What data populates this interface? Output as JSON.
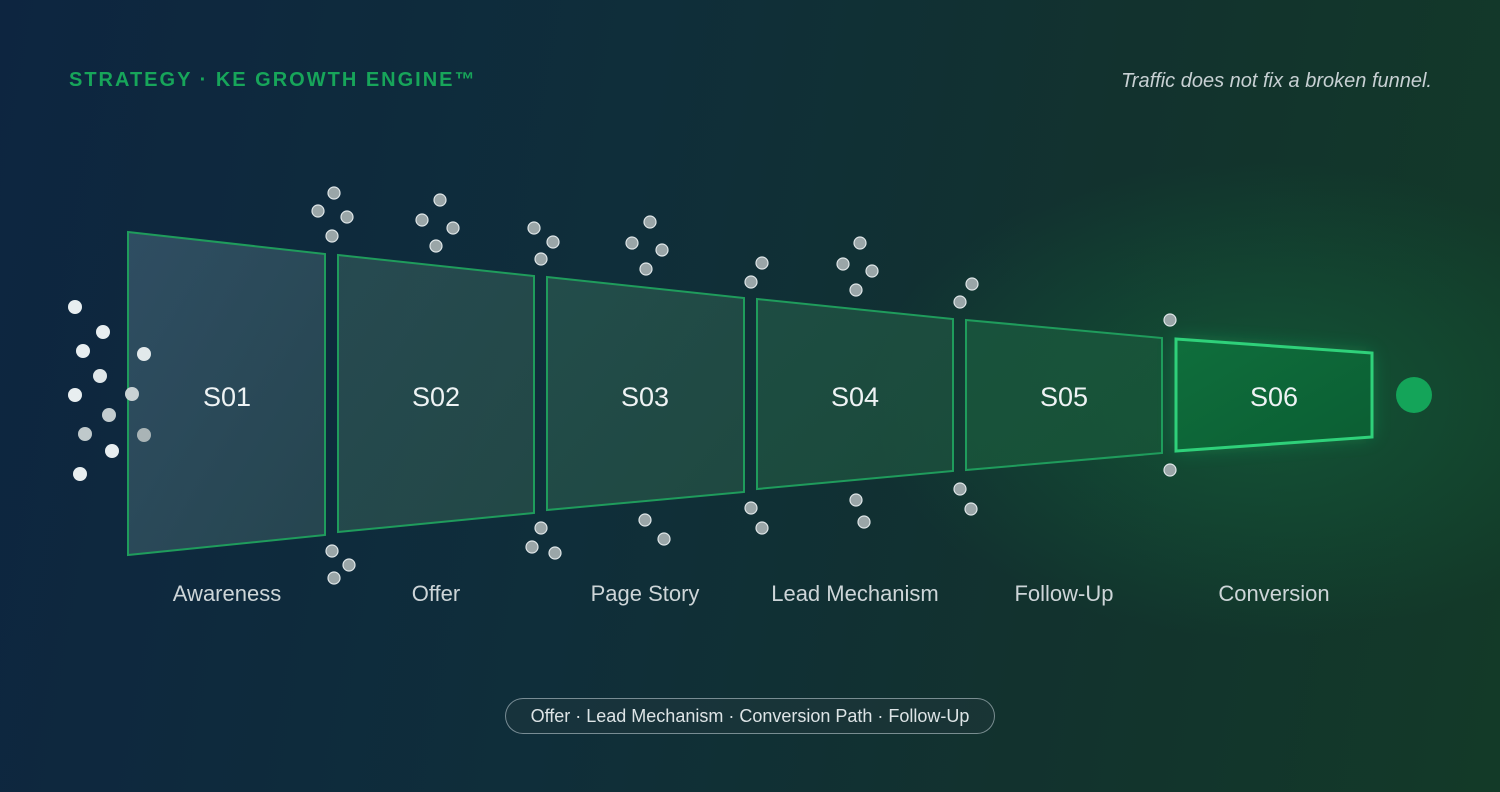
{
  "header": {
    "brand": "STRATEGY · KE GROWTH ENGINE™",
    "tagline": "Traffic does not fix a broken funnel."
  },
  "funnel": {
    "stages": [
      {
        "code": "S01",
        "label": "Awareness"
      },
      {
        "code": "S02",
        "label": "Offer"
      },
      {
        "code": "S03",
        "label": "Page Story"
      },
      {
        "code": "S04",
        "label": "Lead Mechanism"
      },
      {
        "code": "S05",
        "label": "Follow-Up"
      },
      {
        "code": "S06",
        "label": "Conversion",
        "highlighted": true
      }
    ],
    "footer_pill": "Offer · Lead Mechanism · Conversion Path · Follow-Up"
  },
  "colors": {
    "accent": "#17a55a",
    "stroke": "#1f9c5c",
    "highlight_stroke": "#2fd17a",
    "highlight_fill": "#0d6b3a",
    "endpoint": "#14a459",
    "particle_light": "#e8eef0",
    "particle_mid": "#9aa6a8"
  }
}
